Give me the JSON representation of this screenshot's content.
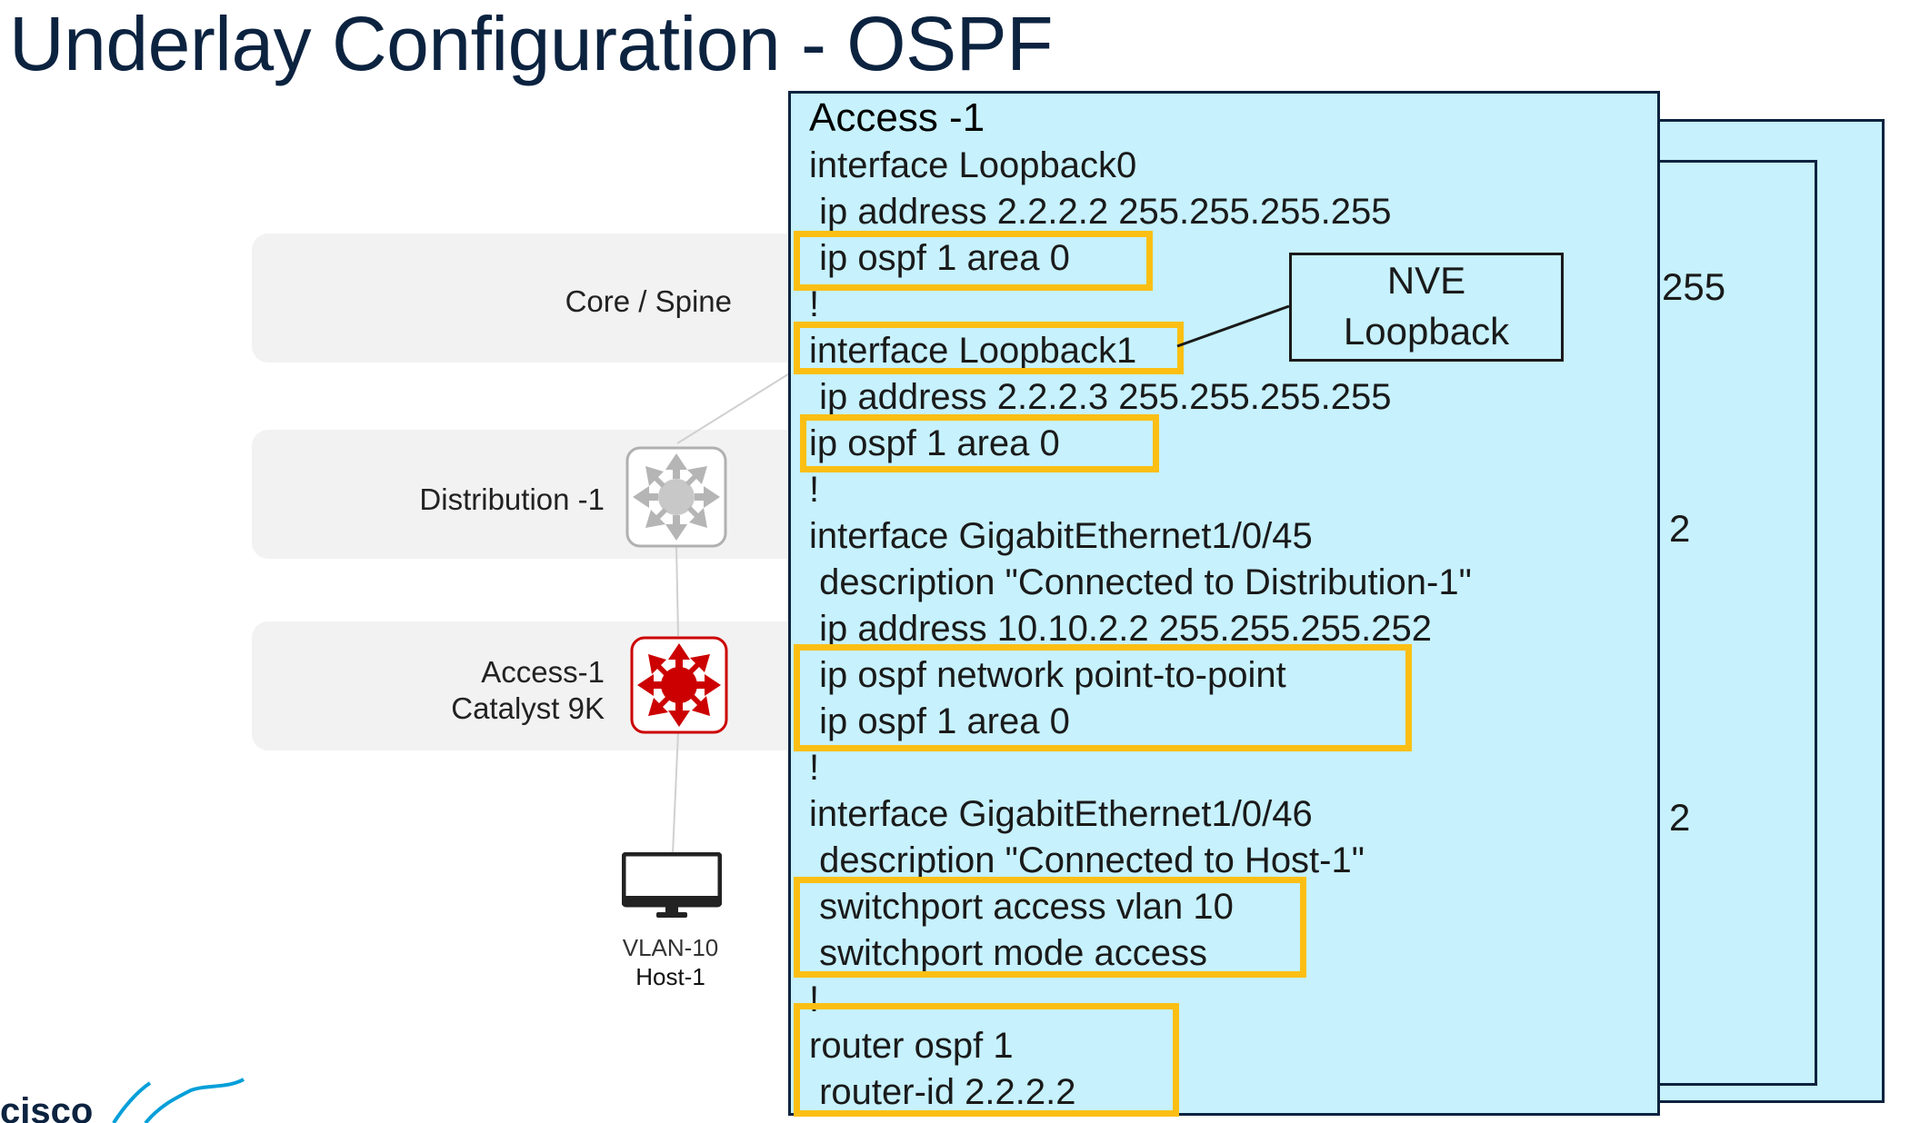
{
  "slide": {
    "title": "Underlay Configuration - OSPF"
  },
  "topology": {
    "rows": [
      {
        "label": "Core / Spine"
      },
      {
        "label": "Distribution -1"
      },
      {
        "label_line1": "Access-1",
        "label_line2": "Catalyst 9K"
      }
    ],
    "host": {
      "vlan": "VLAN-10",
      "name": "Host-1"
    }
  },
  "config": {
    "device": "Access -1",
    "lines": [
      "interface Loopback0",
      " ip address 2.2.2.2 255.255.255.255",
      " ip ospf 1 area 0",
      "!",
      "interface Loopback1",
      " ip address 2.2.2.3 255.255.255.255",
      "ip ospf 1 area 0",
      "!",
      "interface GigabitEthernet1/0/45",
      " description \"Connected to Distribution-1\"",
      " ip address 10.10.2.2 255.255.255.252",
      " ip ospf network point-to-point",
      " ip ospf 1 area 0",
      "!",
      "interface GigabitEthernet1/0/46",
      " description \"Connected to Host-1\"",
      " switchport access vlan 10",
      " switchport mode access",
      "!",
      "router ospf 1",
      " router-id 2.2.2.2"
    ]
  },
  "callout": {
    "line1": "NVE",
    "line2": "Loopback"
  },
  "background_panels": {
    "peek1": "255",
    "peek2": "2",
    "peek3": "2"
  },
  "colors": {
    "title": "#0c2340",
    "panel": "#c6f1fd",
    "highlight": "#fbbf14",
    "access_switch": "#cc0000",
    "distribution_switch": "#b5b5b5"
  },
  "logo": {
    "text": "cisco"
  }
}
